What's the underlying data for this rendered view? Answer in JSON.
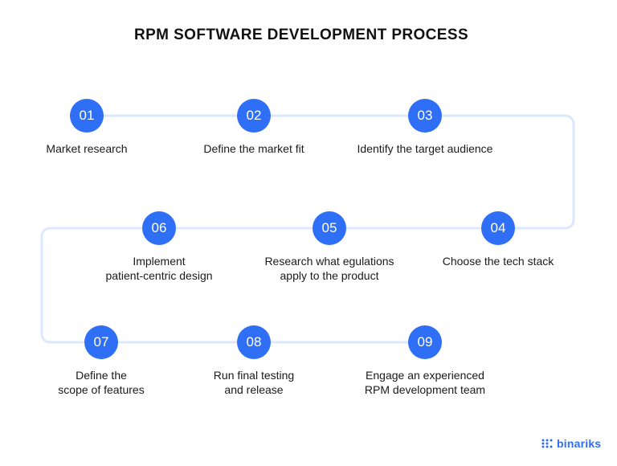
{
  "title": "RPM SOFTWARE DEVELOPMENT PROCESS",
  "brand": {
    "name": "binariks",
    "color": "#2f6ff5"
  },
  "colors": {
    "node": "#2f6ff5",
    "connector": "#dce8ff"
  },
  "steps": [
    {
      "number": "01",
      "lines": [
        "Market research"
      ]
    },
    {
      "number": "02",
      "lines": [
        "Define the market fit"
      ]
    },
    {
      "number": "03",
      "lines": [
        "Identify the target audience"
      ]
    },
    {
      "number": "04",
      "lines": [
        "Choose the tech stack"
      ]
    },
    {
      "number": "05",
      "lines": [
        "Research what egulations",
        "apply to the product"
      ]
    },
    {
      "number": "06",
      "lines": [
        "Implement",
        "patient-centric design"
      ]
    },
    {
      "number": "07",
      "lines": [
        "Define the",
        "scope of features"
      ]
    },
    {
      "number": "08",
      "lines": [
        "Run final testing",
        "and release"
      ]
    },
    {
      "number": "09",
      "lines": [
        "Engage an experienced",
        "RPM development team"
      ]
    }
  ]
}
